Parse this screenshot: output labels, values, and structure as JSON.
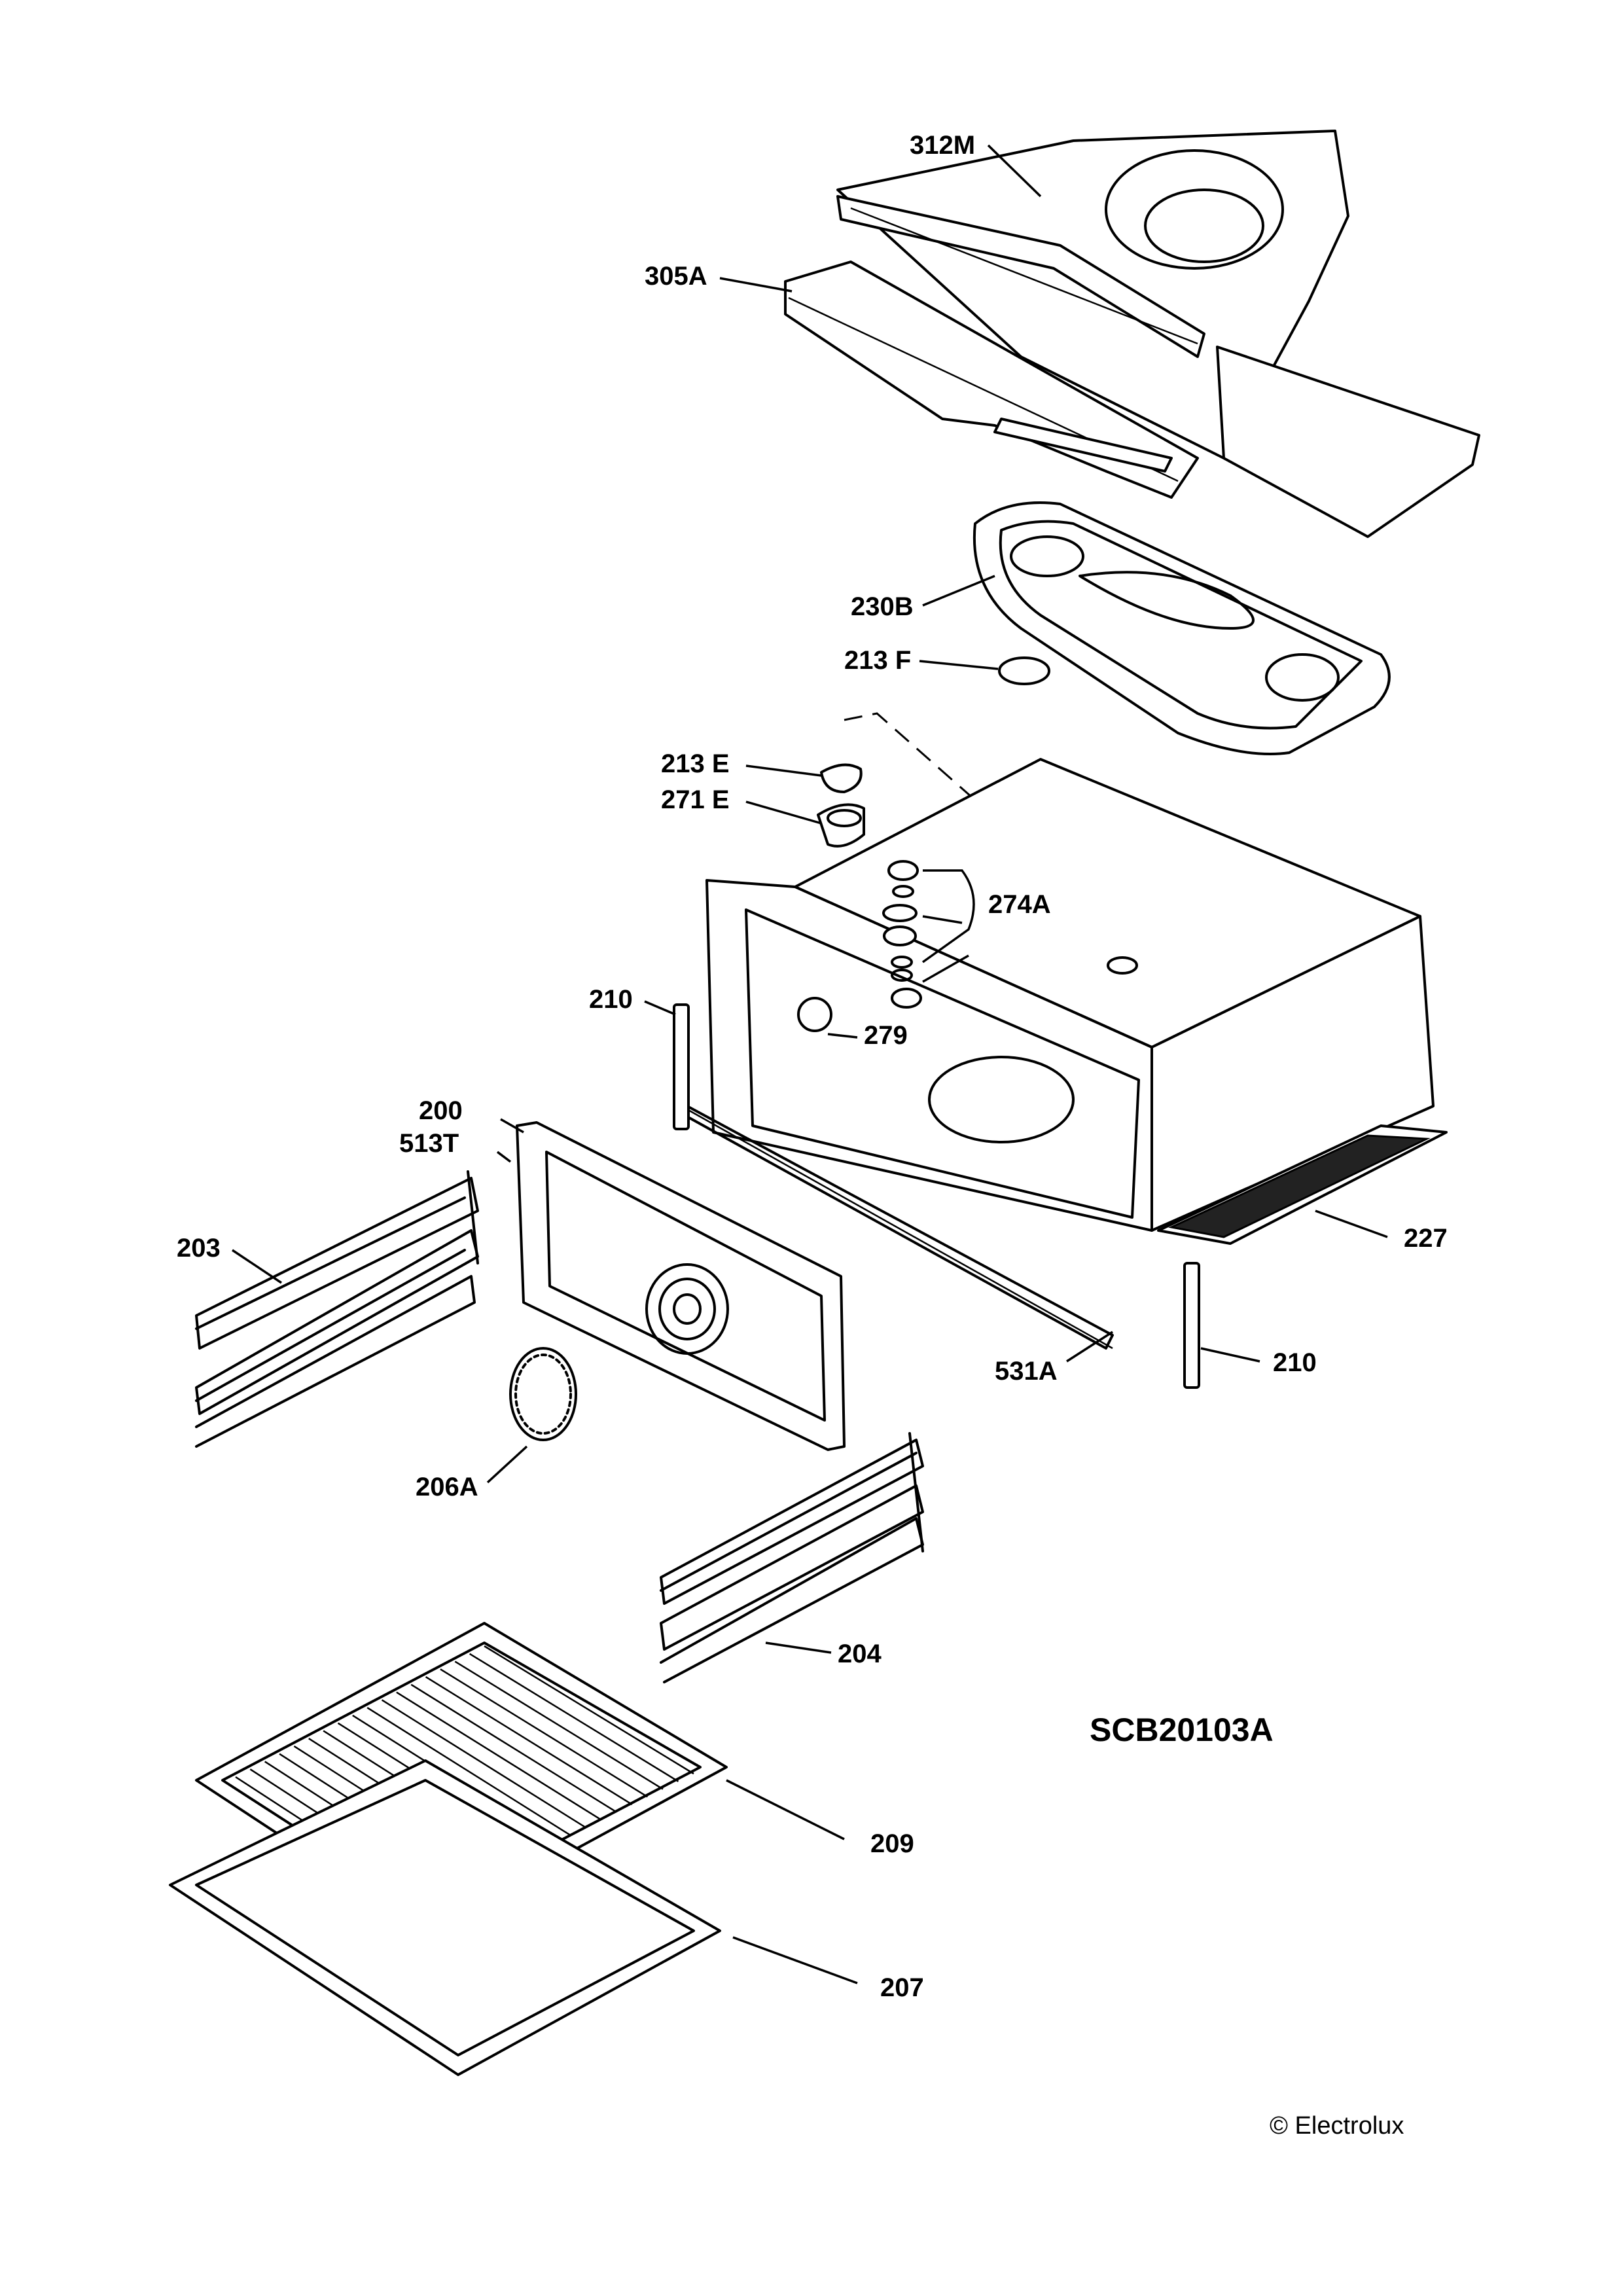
{
  "diagram": {
    "code": "SCB20103A",
    "copyright": "© Electrolux",
    "callouts": [
      "312M",
      "305A",
      "230B",
      "213 F",
      "213 E",
      "271 E",
      "274A",
      "210",
      "279",
      "200",
      "513T",
      "203",
      "227",
      "531A",
      "210",
      "206A",
      "204",
      "209",
      "207"
    ]
  }
}
